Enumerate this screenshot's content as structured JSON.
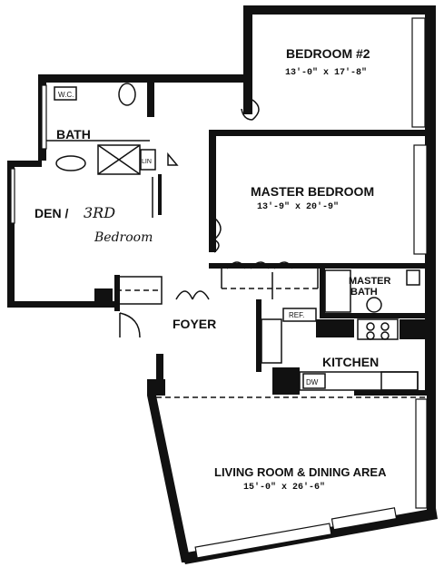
{
  "rooms": {
    "bedroom2": {
      "name": "BEDROOM #2",
      "dims": "13'-0\" x 17'-8\""
    },
    "master_bedroom": {
      "name": "MASTER BEDROOM",
      "dims": "13'-9\" x 20'-9\""
    },
    "bath": {
      "name": "BATH"
    },
    "den": {
      "name": "DEN /",
      "handwritten_1": "3RD",
      "handwritten_2": "Bedroom"
    },
    "master_bath": {
      "line1": "MASTER",
      "line2": "BATH"
    },
    "foyer": {
      "name": "FOYER"
    },
    "kitchen": {
      "name": "KITCHEN"
    },
    "living": {
      "name": "LIVING ROOM & DINING AREA",
      "dims": "15'-0\" x 26'-6\""
    }
  },
  "fixtures": {
    "wc": "W.C.",
    "lin": "LIN",
    "ref": "REF.",
    "dw": "DW"
  }
}
